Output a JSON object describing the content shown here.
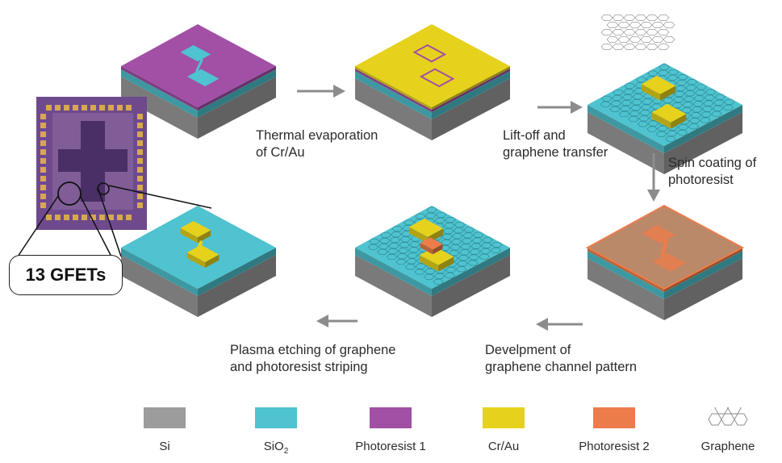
{
  "steps": [
    {
      "line1": "Thermal evaporation",
      "line2": "of Cr/Au"
    },
    {
      "line1": "Lift-off and",
      "line2": "graphene transfer"
    },
    {
      "line1": "Spin coating of",
      "line2": "photoresist"
    },
    {
      "line1": "Develpment of",
      "line2": "graphene channel pattern"
    },
    {
      "line1": "Plasma etching of graphene",
      "line2": "and photoresist striping"
    }
  ],
  "badge": {
    "label": "13 GFETs"
  },
  "legend": [
    {
      "label": "Si",
      "color": "#9c9c9c"
    },
    {
      "label": "SiO2",
      "color": "#4fc3cf"
    },
    {
      "label": "Photoresist 1",
      "color": "#a24fa6"
    },
    {
      "label": "Cr/Au",
      "color": "#e6d21c"
    },
    {
      "label": "Photoresist 2",
      "color": "#ec7d4a"
    },
    {
      "label": "Graphene",
      "color": "#ffffff"
    }
  ],
  "colors": {
    "si": "#9c9c9c",
    "sio2": "#4fc3cf",
    "pr1": "#a24fa6",
    "crau": "#e6d21c",
    "pr2": "#ec7d4a",
    "arrow": "#8c8c8c"
  }
}
